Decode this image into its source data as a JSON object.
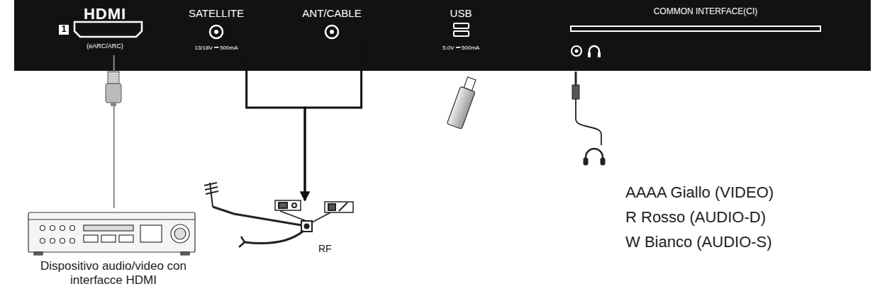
{
  "diagram": {
    "nodes": [
      {
        "text": [
          "HDMI",
          "1",
          "(eARC/ARC)"
        ]
      },
      {
        "text": [
          "SATELLITE",
          "13/18V ⎓ 500mA"
        ]
      },
      {
        "text": [
          "ANT/CABLE"
        ]
      },
      {
        "text": [
          "USB",
          "5.0V ⎓ 500mA"
        ]
      },
      {
        "text": [
          "COMMON INTERFACE(CI)"
        ]
      },
      {
        "text": [
          "Dispositivo audio/video con interfacce HDMI"
        ]
      },
      {
        "text": [
          "RF"
        ]
      }
    ],
    "edges": [
      {
        "from": 0,
        "to": 5,
        "arrow": "none"
      },
      {
        "from": 1,
        "to": 6,
        "arrow": "to"
      },
      {
        "from": 2,
        "to": 6,
        "arrow": "to"
      }
    ],
    "labels": [
      "AAAA Giallo (VIDEO)",
      "R Rosso (AUDIO-D)",
      "W Bianco (AUDIO-S)"
    ]
  }
}
